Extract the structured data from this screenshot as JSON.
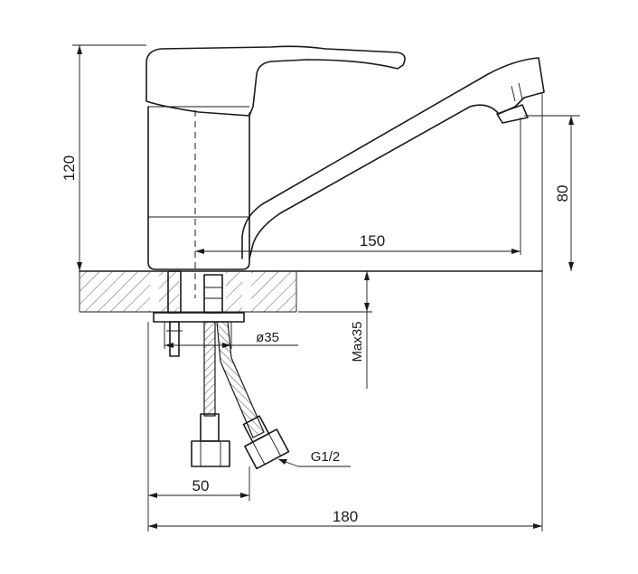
{
  "dimensions": {
    "height_total": "120",
    "spout_height": "80",
    "spout_reach": "150",
    "base_diameter": "ø35",
    "max_counter_thickness": "Max35",
    "thread": "G1/2",
    "hose_spacing": "50",
    "overall_length": "180"
  }
}
